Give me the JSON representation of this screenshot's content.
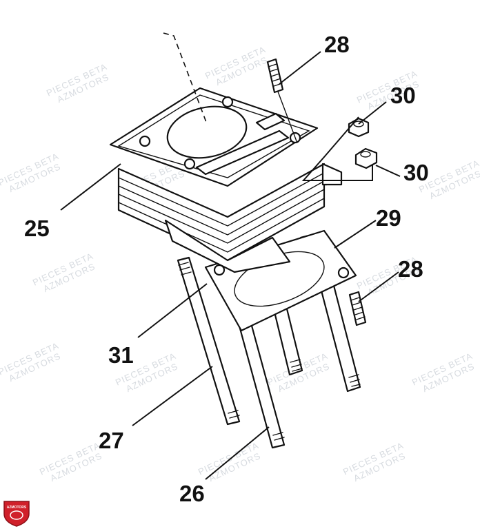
{
  "diagram": {
    "callouts": [
      {
        "id": "c28a",
        "label": "28"
      },
      {
        "id": "c30a",
        "label": "30"
      },
      {
        "id": "c30b",
        "label": "30"
      },
      {
        "id": "c25",
        "label": "25"
      },
      {
        "id": "c29",
        "label": "29"
      },
      {
        "id": "c28b",
        "label": "28"
      },
      {
        "id": "c31",
        "label": "31"
      },
      {
        "id": "c27",
        "label": "27"
      },
      {
        "id": "c26",
        "label": "26"
      }
    ],
    "watermark": {
      "line1": "PIECES BETA",
      "line2": "AZMOTORS"
    },
    "logo": {
      "text": "AZMOTORS",
      "color": "#d0202a"
    }
  }
}
